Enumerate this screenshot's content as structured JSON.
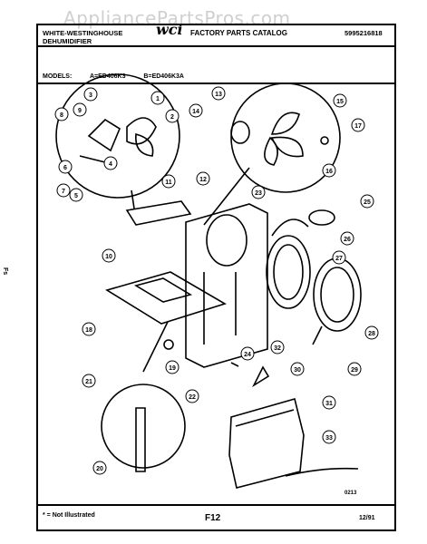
{
  "watermark": "AppliancePartsPros.com",
  "header": {
    "brand_line1": "WHITE-WESTINGHOUSE",
    "brand_line2": "DEHUMIDIFIER",
    "logo": "wci",
    "catalog_title": "FACTORY PARTS CATALOG",
    "catalog_number": "5995216818"
  },
  "models": {
    "label": "MODELS:",
    "a": "A=ED406K3",
    "b": "B=ED406K3A"
  },
  "footer": {
    "note": "* = Not Illustrated",
    "page": "F12",
    "date": "12/91",
    "drawing_code": "0213"
  },
  "side_mark": "Fs",
  "callouts": [
    "1",
    "2",
    "3",
    "4",
    "5",
    "6",
    "7",
    "8",
    "9",
    "10",
    "11",
    "12",
    "13",
    "14",
    "15",
    "16",
    "17",
    "18",
    "19",
    "20",
    "21",
    "22",
    "23",
    "24",
    "25",
    "26",
    "27",
    "28",
    "29",
    "30",
    "31",
    "32",
    "33"
  ]
}
